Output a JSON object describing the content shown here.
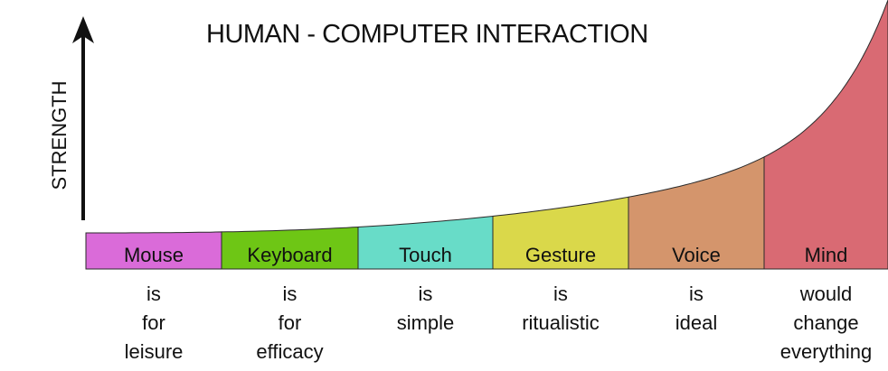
{
  "title": "HUMAN - COMPUTER INTERACTION",
  "axis_label": "STRENGTH",
  "segments": [
    {
      "label": "Mouse",
      "color": "#da6bd9",
      "caption": [
        "is",
        "for",
        "leisure"
      ]
    },
    {
      "label": "Keyboard",
      "color": "#6ec615",
      "caption": [
        "is",
        "for",
        "efficacy"
      ]
    },
    {
      "label": "Touch",
      "color": "#68dcc8",
      "caption": [
        "is",
        "simple"
      ]
    },
    {
      "label": "Gesture",
      "color": "#dad84a",
      "caption": [
        "is",
        "ritualistic"
      ]
    },
    {
      "label": "Voice",
      "color": "#d4956c",
      "caption": [
        "is",
        "ideal"
      ]
    },
    {
      "label": "Mind",
      "color": "#d96a73",
      "caption": [
        "would",
        "change",
        "everything"
      ]
    }
  ]
}
